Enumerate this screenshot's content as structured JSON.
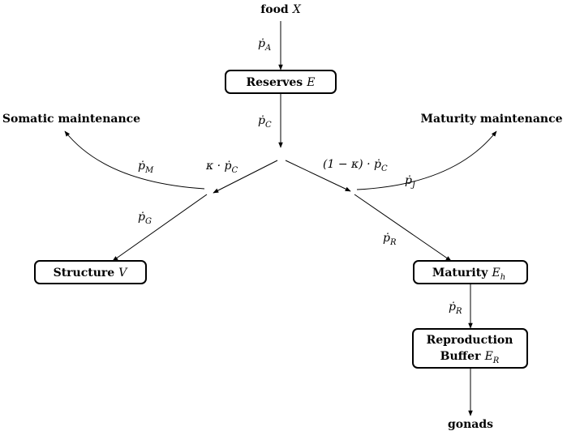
{
  "nodes": {
    "food": {
      "text": "food",
      "var": "X"
    },
    "reserves": {
      "text": "Reserves",
      "var": "E"
    },
    "somatic": {
      "text": "Somatic maintenance"
    },
    "maturity_maint": {
      "text": "Maturity maintenance"
    },
    "structure": {
      "text": "Structure",
      "var": "V"
    },
    "maturity": {
      "text": "Maturity",
      "var": "E",
      "sub": "h"
    },
    "reproduction": {
      "line1": "Reproduction",
      "line2": "Buffer",
      "var": "E",
      "sub": "R"
    },
    "gonads": {
      "text": "gonads"
    }
  },
  "flows": {
    "pA": {
      "sym": "ṗ",
      "sub": "A"
    },
    "pC": {
      "sym": "ṗ",
      "sub": "C"
    },
    "pM": {
      "sym": "ṗ",
      "sub": "M"
    },
    "kappa_pC": {
      "prefix": "κ · ",
      "sym": "ṗ",
      "sub": "C"
    },
    "one_minus_kappa_pC": {
      "prefix": "(1 − κ) · ",
      "sym": "ṗ",
      "sub": "C"
    },
    "pJ": {
      "sym": "ṗ",
      "sub": "J"
    },
    "pG": {
      "sym": "ṗ",
      "sub": "G"
    },
    "pR_1": {
      "sym": "ṗ",
      "sub": "R"
    },
    "pR_2": {
      "sym": "ṗ",
      "sub": "R"
    }
  }
}
